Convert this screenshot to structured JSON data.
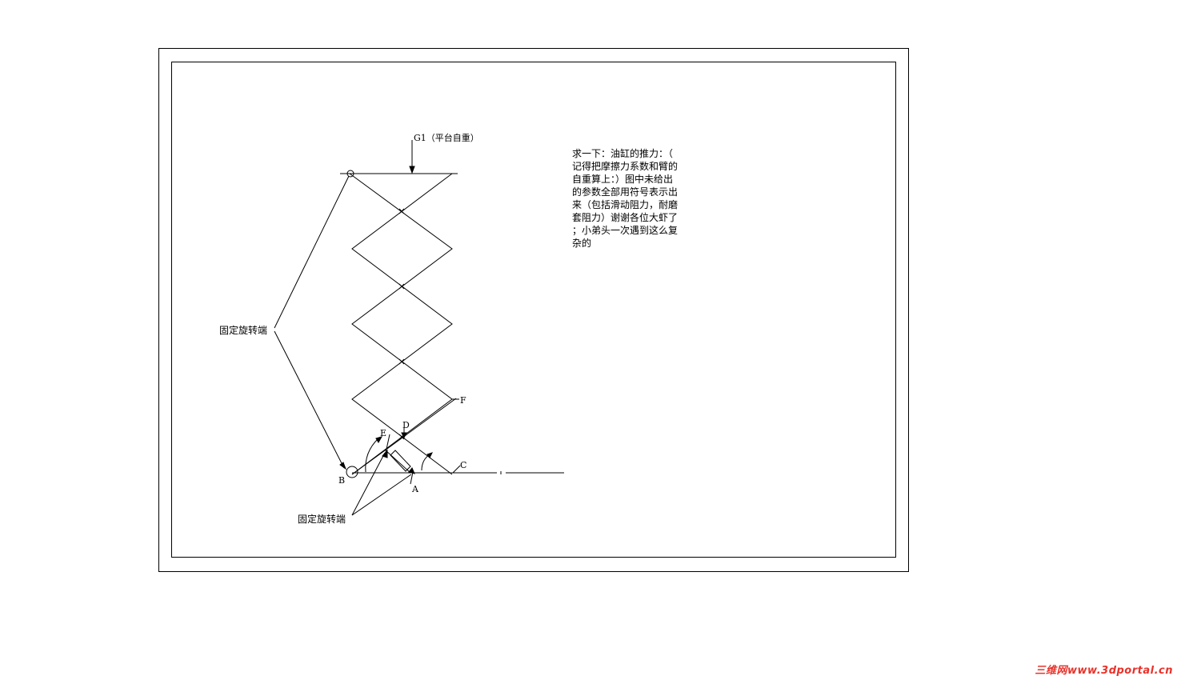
{
  "labels": {
    "load": "G1（平台自重）",
    "fixed_pivot_top": "固定旋转端",
    "fixed_pivot_bottom": "固定旋转端",
    "point_A": "A",
    "point_B": "B",
    "point_C": "C",
    "point_D": "D",
    "point_E": "E",
    "point_F": "F"
  },
  "note": {
    "lines": [
      "求一下：油缸的推力：（",
      "记得把摩擦力系数和臂的",
      "自重算上：）图中未给出",
      "的参数全部用符号表示出",
      "来（包括滑动阻力，耐磨",
      "套阻力）谢谢各位大虾了",
      "；小弟头一次遇到这么复",
      "杂的"
    ]
  },
  "watermark": "三维网www.3dportal.cn",
  "colors": {
    "line": "#000000",
    "background": "#ffffff",
    "watermark": "#e8322a"
  }
}
